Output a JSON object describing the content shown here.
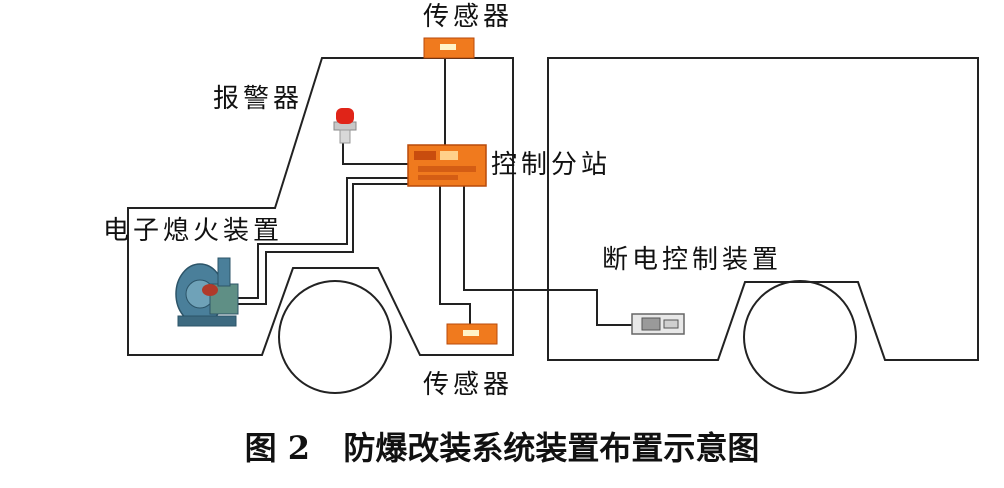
{
  "labels": {
    "sensor_top": "传感器",
    "alarm": "报警器",
    "control_substation": "控制分站",
    "ignition_device": "电子熄火装置",
    "power_cutoff": "断电控制装置",
    "sensor_bottom": "传感器"
  },
  "caption": {
    "figure_no": "图 2",
    "title": "防爆改装系统装置布置示意图"
  },
  "colors": {
    "line": "#222222",
    "device_orange": "#f07a1e",
    "device_dark": "#b84a0a",
    "alarm_red": "#e02418",
    "ignition_blue": "#4a7f9a"
  }
}
